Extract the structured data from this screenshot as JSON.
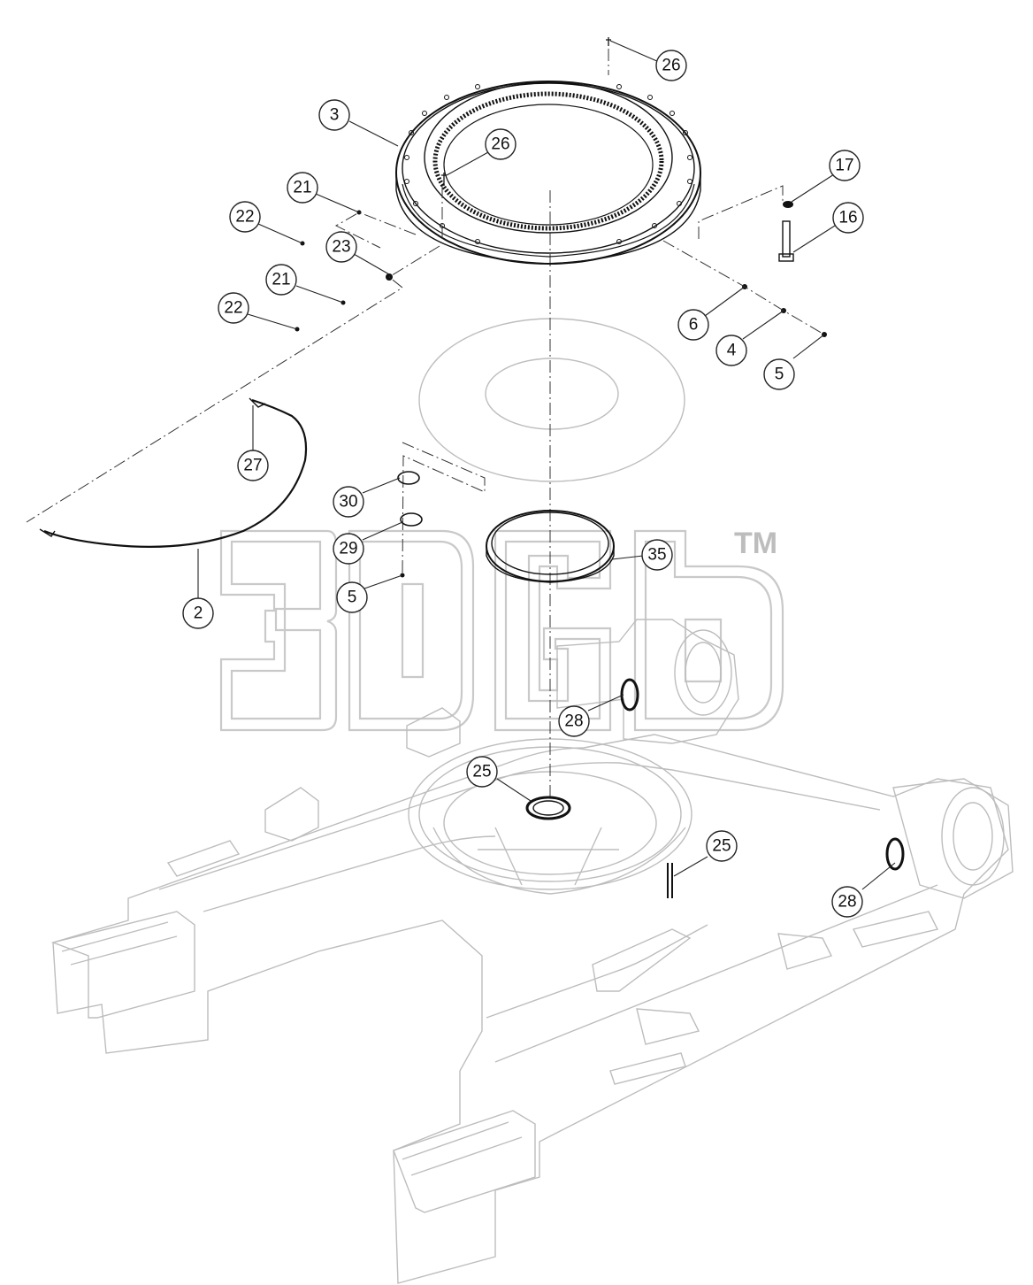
{
  "diagram": {
    "callouts": [
      {
        "id": "c26a",
        "label": "26"
      },
      {
        "id": "c3",
        "label": "3"
      },
      {
        "id": "c26b",
        "label": "26"
      },
      {
        "id": "c17",
        "label": "17"
      },
      {
        "id": "c21a",
        "label": "21"
      },
      {
        "id": "c22a",
        "label": "22"
      },
      {
        "id": "c16",
        "label": "16"
      },
      {
        "id": "c23",
        "label": "23"
      },
      {
        "id": "c21b",
        "label": "21"
      },
      {
        "id": "c22b",
        "label": "22"
      },
      {
        "id": "c6",
        "label": "6"
      },
      {
        "id": "c4",
        "label": "4"
      },
      {
        "id": "c5a",
        "label": "5"
      },
      {
        "id": "c27",
        "label": "27"
      },
      {
        "id": "c30",
        "label": "30"
      },
      {
        "id": "c29",
        "label": "29"
      },
      {
        "id": "c35",
        "label": "35"
      },
      {
        "id": "c5b",
        "label": "5"
      },
      {
        "id": "c2",
        "label": "2"
      },
      {
        "id": "c28a",
        "label": "28"
      },
      {
        "id": "c25a",
        "label": "25"
      },
      {
        "id": "c25b",
        "label": "25"
      },
      {
        "id": "c28b",
        "label": "28"
      }
    ]
  },
  "watermark": {
    "trademark": "TM"
  }
}
